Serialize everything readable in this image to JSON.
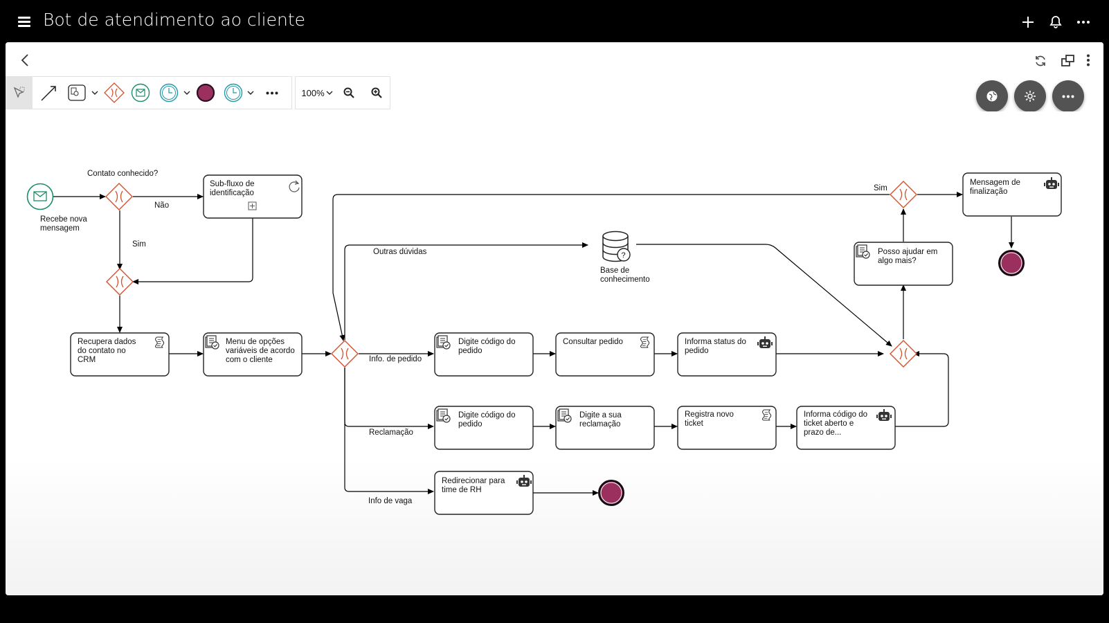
{
  "app": {
    "title": "Bot de atendimento ao cliente"
  },
  "toolbar": {
    "zoom": "100%"
  },
  "diagram": {
    "start_event": {
      "label_lines": [
        "Recebe nova",
        "mensagem"
      ]
    },
    "gateway_contact_label": "Contato conhecido?",
    "edge_labels": {
      "nao": "Não",
      "sim1": "Sim",
      "sim2": "Sim",
      "outras": "Outras dúvidas",
      "info_pedido": "Info. de pedido",
      "reclamacao": "Reclamação",
      "info_vaga": "Info de vaga"
    },
    "tasks": {
      "subflow": [
        "Sub-fluxo de",
        "identificação"
      ],
      "recupera": [
        "Recupera dados",
        "do contato no",
        "CRM"
      ],
      "menu": [
        "Menu de opções",
        "variáveis de acordo",
        "com o cliente"
      ],
      "digite1": [
        "Digite código do",
        "pedido"
      ],
      "consultar": [
        "Consultar pedido"
      ],
      "informa_status": [
        "Informa status do",
        "pedido"
      ],
      "digite2": [
        "Digite código do",
        "pedido"
      ],
      "reclamacao": [
        "Digite a sua",
        "reclamação"
      ],
      "registra": [
        "Registra novo",
        "ticket"
      ],
      "informa_ticket": [
        "Informa código do",
        "ticket aberto e",
        "prazo de..."
      ],
      "redirecionar": [
        "Redirecionar para",
        "time de RH"
      ],
      "posso": [
        "Posso ajudar em",
        "algo mais?"
      ],
      "finalizacao": [
        "Mensagem de",
        "finalização"
      ]
    },
    "datastore_label": [
      "Base de",
      "conhecimento"
    ]
  },
  "icons": {
    "menu": "hamburger-icon",
    "add": "plus-icon",
    "notifications": "bell-icon",
    "more": "more-horizontal-icon",
    "back": "chevron-left-icon",
    "refresh": "refresh-icon",
    "window": "new-window-icon",
    "kebab": "more-vertical-icon"
  },
  "colors": {
    "gateway": "#d2502c",
    "end_event": "#9b2f5e",
    "start_event": "#1a8c6a",
    "timer": "#1e9aa8",
    "fab": "#535353"
  }
}
